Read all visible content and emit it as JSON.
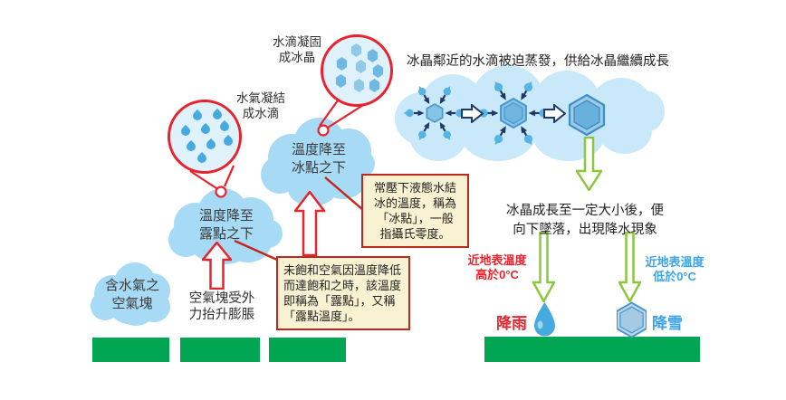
{
  "captions": {
    "evaporation": "冰晶鄰近的水滴被迫蒸發，供給冰晶繼續成長",
    "growth": "冰晶成長至一定大小後，便\n向下墜落，出現降水現象"
  },
  "clouds": {
    "moist_air": "含水氣之\n空氣塊",
    "below_dew": "溫度降至\n露點之下",
    "below_freezing": "溫度降至\n冰點之下"
  },
  "magnifiers": {
    "condense_label": "水氣凝結\n成水滴",
    "freeze_label": "水滴凝固\n成冰晶"
  },
  "labels": {
    "uplift": "空氣塊受外\n力抬升膨脹"
  },
  "boxes": {
    "freezing_point": "常壓下液態水結\n冰的溫度，稱為\n「冰點」，一般\n指攝氏零度。",
    "dew_point": "未飽和空氣因溫度降低\n而達飽和之時，該溫度\n即稱為「露點」，又稱\n「露點溫度」。"
  },
  "surface": {
    "above_zero": "近地表溫度\n高於0°C",
    "below_zero": "近地表溫度\n低於0°C",
    "rain": "降雨",
    "snow": "降雪"
  },
  "icons": {
    "droplet": "water-drop-icon",
    "crystal": "ice-crystal-hexagon-icon",
    "up_arrow": "red-up-arrow-icon",
    "down_arrow": "green-down-arrow-icon",
    "right_arrow": "navy-right-arrow-icon"
  },
  "colors": {
    "cloud_blue": "#A6DAF5",
    "big_cloud_blue": "#C9E8F9",
    "magnifier_fill": "#DFF1FB",
    "red": "#E8232E",
    "box_border_red": "#C1271B",
    "box_bg": "#F9F2D2",
    "ground_green": "#00A651",
    "arrow_green": "#8CC63F",
    "navy": "#203864",
    "drop_blue": "#45AADF",
    "red_text": "#E8232E",
    "blue_text": "#3DA3E8"
  }
}
